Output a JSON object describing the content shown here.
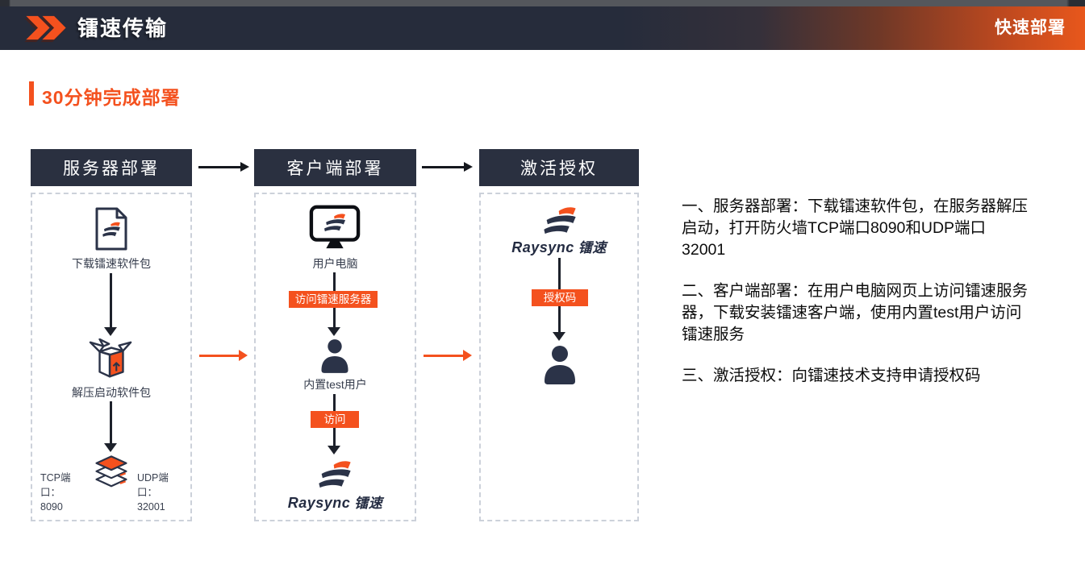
{
  "header": {
    "title": "镭速传输",
    "corner_label": "快速部署"
  },
  "section": {
    "heading": "30分钟完成部署"
  },
  "flow": {
    "columns": [
      {
        "title": "服务器部署"
      },
      {
        "title": "客户端部署"
      },
      {
        "title": "激活授权"
      }
    ],
    "col1": {
      "step1_label": "下载镭速软件包",
      "step2_label": "解压启动软件包",
      "tcp_label": "TCP端口：",
      "tcp_value": "8090",
      "udp_label": "UDP端口：",
      "udp_value": "32001"
    },
    "col2": {
      "step1_label": "用户电脑",
      "badge1": "访问镭速服务器",
      "step2_label": "内置test用户",
      "badge2": "访问",
      "brand": "Raysync",
      "brand_cn": "镭速"
    },
    "col3": {
      "brand": "Raysync",
      "brand_cn": "镭速",
      "badge": "授权码"
    }
  },
  "notes": [
    "一、服务器部署：下载镭速软件包，在服务器解压启动，打开防火墙TCP端口8090和UDP端口32001",
    "二、客户端部署：在用户电脑网页上访问镭速服务器，下载安装镭速客户端，使用内置test用户访问镭速服务",
    "三、激活授权：向镭速技术支持申请授权码"
  ],
  "colors": {
    "accent": "#f4511e",
    "header_navy": "#262c3b",
    "panel_navy": "#2a3040",
    "header_orange_end": "#e8571c",
    "icon_navy": "#2b3348"
  }
}
